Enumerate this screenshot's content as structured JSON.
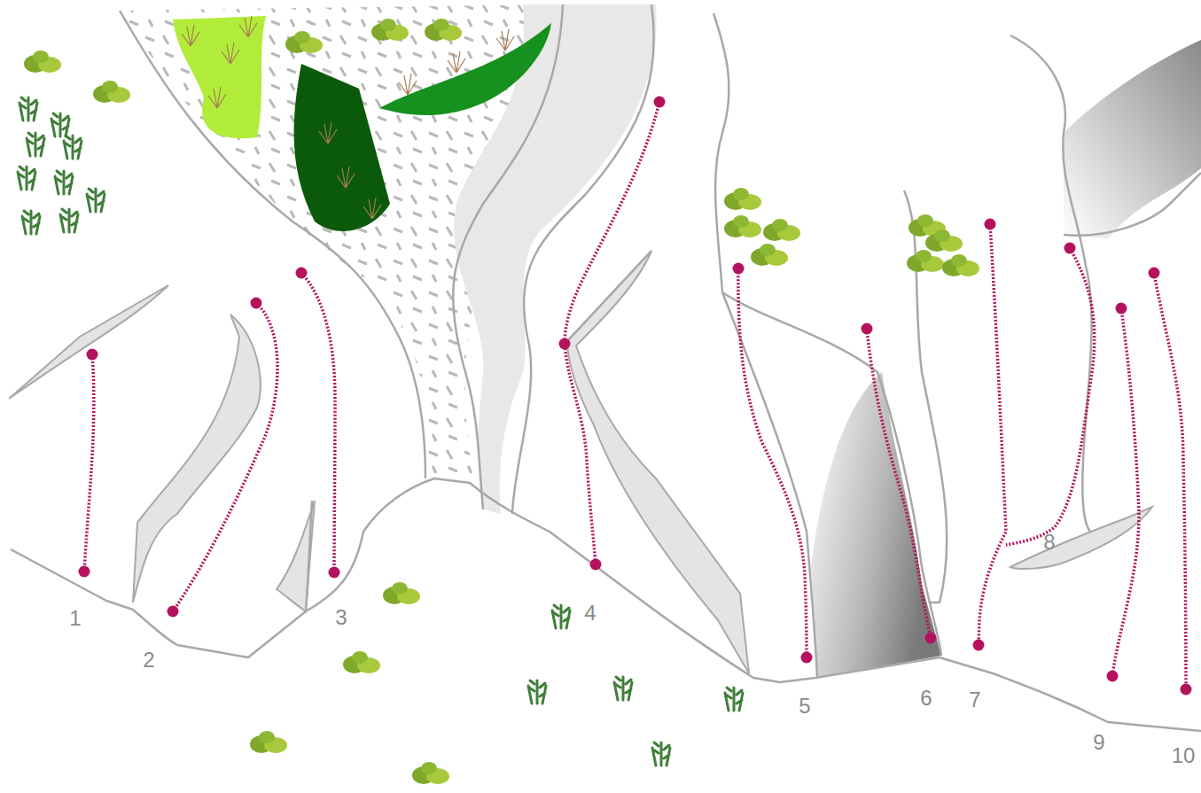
{
  "diagram": {
    "labels": [
      "1",
      "2",
      "3",
      "4",
      "5",
      "6",
      "7",
      "8",
      "9",
      "10"
    ]
  }
}
